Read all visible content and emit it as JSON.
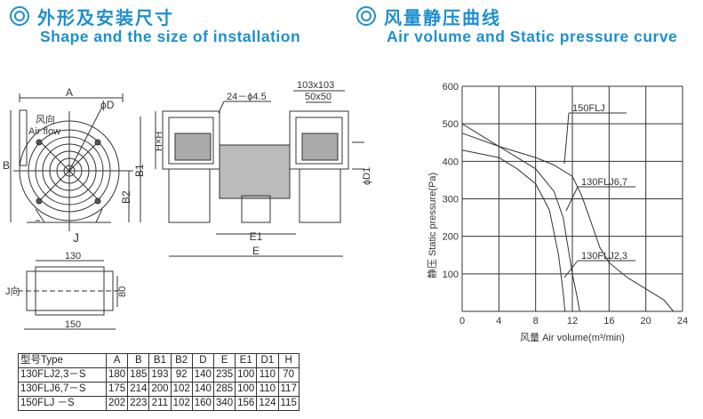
{
  "left_header": {
    "zh": "外形及安装尺寸",
    "en": "Shape and the size of installation"
  },
  "right_header": {
    "zh": "风量静压曲线",
    "en": "Air volume and Static pressure curve"
  },
  "drawing_labels": {
    "A": "A",
    "D": "ϕD",
    "airflow_zh": "风向",
    "airflow_en": "Air flow",
    "B": "B",
    "B1": "B1",
    "B2": "B2",
    "J": "J",
    "holes": "24－ϕ4.5",
    "flange_outer": "103x103",
    "flange_inner": "50x50",
    "HxH": "H×H",
    "D1": "ϕD1",
    "E1": "E1",
    "E": "E",
    "w130": "130",
    "J_view": "J向",
    "h80": "80",
    "w150": "150"
  },
  "table": {
    "headers": [
      "型号Type",
      "A",
      "B",
      "B1",
      "B2",
      "D",
      "E",
      "E1",
      "D1",
      "H"
    ],
    "rows": [
      [
        "130FLJ2,3－S",
        "180",
        "185",
        "193",
        "92",
        "140",
        "235",
        "100",
        "110",
        "70"
      ],
      [
        "130FLJ6,7－S",
        "175",
        "214",
        "200",
        "102",
        "140",
        "285",
        "100",
        "110",
        "117"
      ],
      [
        "150FLJ －S",
        "202",
        "223",
        "211",
        "102",
        "160",
        "340",
        "156",
        "124",
        "115"
      ]
    ]
  },
  "chart_data": {
    "type": "line",
    "xlabel": "风量  Air volume(m³/min)",
    "ylabel": "静压 Static pressure(Pa)",
    "xlim": [
      0,
      24
    ],
    "ylim": [
      0,
      600
    ],
    "grid": true,
    "xticks": [
      "0",
      "4",
      "8",
      "12",
      "16",
      "20",
      "24"
    ],
    "yticks": [
      "100",
      "200",
      "300",
      "400",
      "500",
      "600"
    ],
    "series": [
      {
        "name": "150FLJ",
        "x": [
          0,
          4,
          8,
          10,
          12,
          13,
          14,
          15,
          16,
          18,
          20,
          22,
          23
        ],
        "y": [
          500,
          440,
          410,
          390,
          360,
          310,
          240,
          170,
          130,
          90,
          60,
          30,
          0
        ]
      },
      {
        "name": "130FLJ6,7",
        "x": [
          0,
          4,
          8,
          10,
          11,
          12,
          12.5,
          12.8
        ],
        "y": [
          475,
          440,
          380,
          320,
          250,
          100,
          40,
          0
        ]
      },
      {
        "name": "130FLJ2,3",
        "x": [
          0,
          4,
          6,
          8,
          9.5,
          10.5,
          11,
          11.2
        ],
        "y": [
          430,
          410,
          380,
          340,
          270,
          150,
          50,
          0
        ]
      }
    ]
  }
}
